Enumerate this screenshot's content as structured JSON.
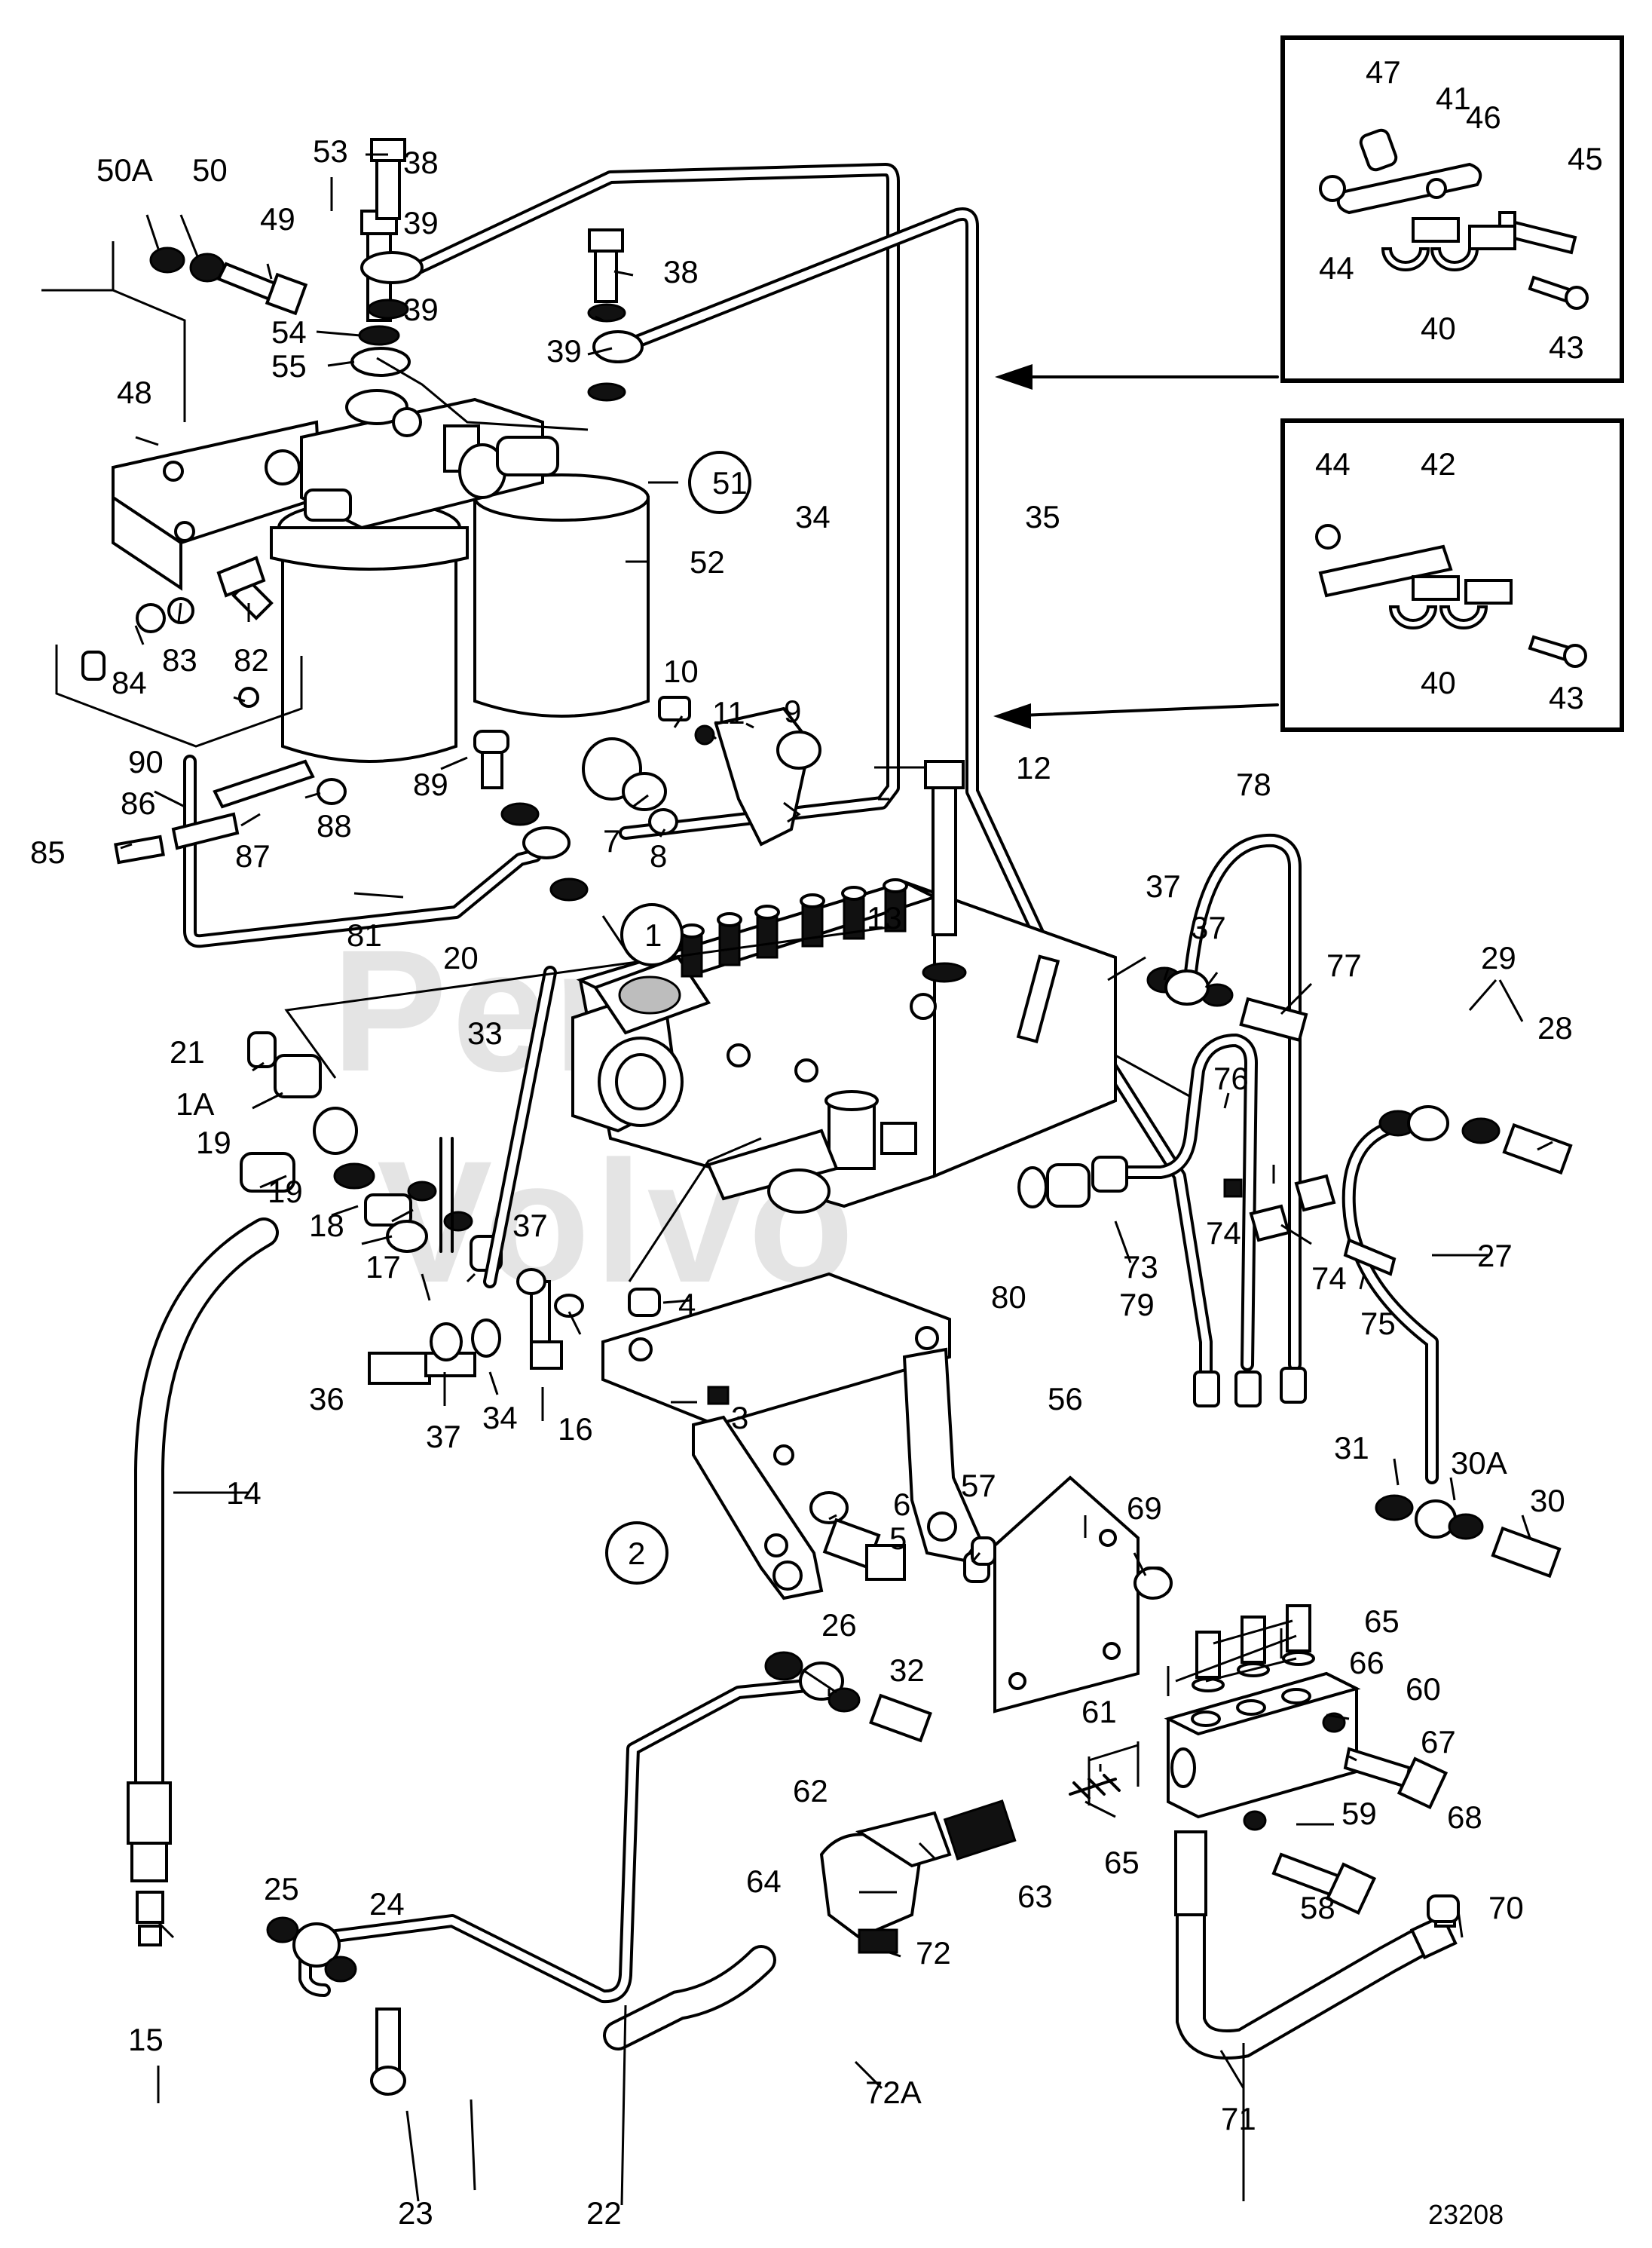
{
  "drawing_number": "23208",
  "watermark_lines": [
    "Penta",
    "Volvo"
  ],
  "callouts": [
    "1",
    "1A",
    "2",
    "3",
    "4",
    "5",
    "6",
    "7",
    "8",
    "9",
    "10",
    "11",
    "12",
    "13",
    "14",
    "15",
    "16",
    "17",
    "18",
    "19",
    "19",
    "20",
    "21",
    "22",
    "23",
    "24",
    "25",
    "26",
    "27",
    "28",
    "29",
    "30",
    "30A",
    "31",
    "32",
    "33",
    "34",
    "34",
    "35",
    "36",
    "37",
    "37",
    "37",
    "37",
    "38",
    "38",
    "39",
    "39",
    "39",
    "40",
    "40",
    "41",
    "42",
    "43",
    "43",
    "44",
    "44",
    "45",
    "46",
    "47",
    "48",
    "49",
    "50",
    "50A",
    "51",
    "52",
    "53",
    "54",
    "55",
    "56",
    "57",
    "58",
    "59",
    "60",
    "61",
    "62",
    "63",
    "64",
    "65",
    "65",
    "66",
    "67",
    "68",
    "69",
    "70",
    "71",
    "72",
    "72A",
    "73",
    "74",
    "74",
    "75",
    "76",
    "77",
    "78",
    "79",
    "80",
    "81",
    "82",
    "83",
    "84",
    "85",
    "86",
    "87",
    "88",
    "89",
    "90"
  ]
}
